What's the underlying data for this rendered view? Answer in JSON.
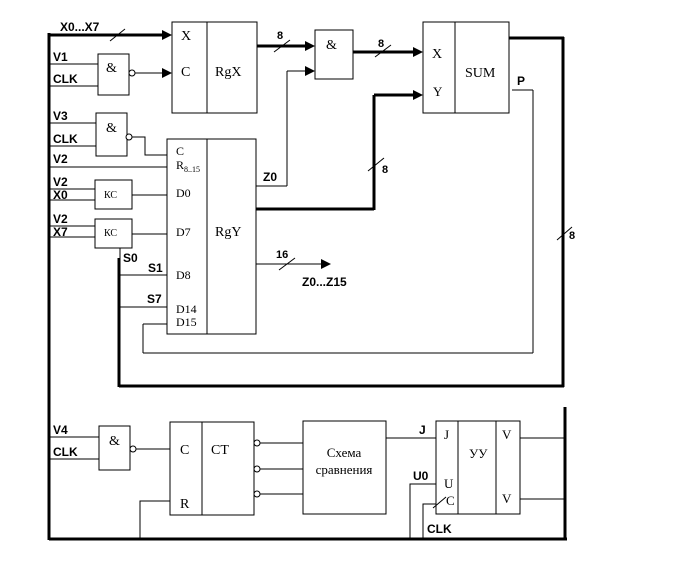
{
  "diagram": {
    "inputs": {
      "bus_x": "X0...X7",
      "v1": "V1",
      "clk1": "CLK",
      "v3": "V3",
      "clk2": "CLK",
      "v2a": "V2",
      "v2b": "V2",
      "x0": "X0",
      "v2c": "V2",
      "x7": "X7",
      "v4": "V4",
      "clk3": "CLK"
    },
    "gates": {
      "and_symbol": "&"
    },
    "rgx": {
      "label": "RgX",
      "pin_x": "X",
      "pin_c": "C"
    },
    "sum": {
      "label": "SUM",
      "pin_x": "X",
      "pin_y": "Y",
      "carry": "P"
    },
    "rgy": {
      "label": "RgY",
      "pins": [
        "C",
        "R",
        "D0",
        "D7",
        "D8",
        "D14",
        "D15"
      ],
      "r_subscript": "8..15"
    },
    "kc": {
      "label": "КС"
    },
    "bus_widths": {
      "rgx_out": "8",
      "and_out": "8",
      "rgy_to_sum": "8",
      "feedback": "8",
      "out16": "16"
    },
    "signals": {
      "z0": "Z0",
      "s0": "S0",
      "s1": "S1",
      "s7": "S7",
      "out": "Z0...Z15",
      "j": "J",
      "u0": "U0",
      "clk_uu": "CLK"
    },
    "ct": {
      "label": "CT",
      "pin_c": "C",
      "pin_r": "R"
    },
    "comparator": {
      "line1": "Схема",
      "line2": "сравнения"
    },
    "uu": {
      "label": "УУ",
      "pin_j": "J",
      "pin_u": "U",
      "pin_c": "C",
      "out1": "V",
      "out2": "V"
    }
  }
}
